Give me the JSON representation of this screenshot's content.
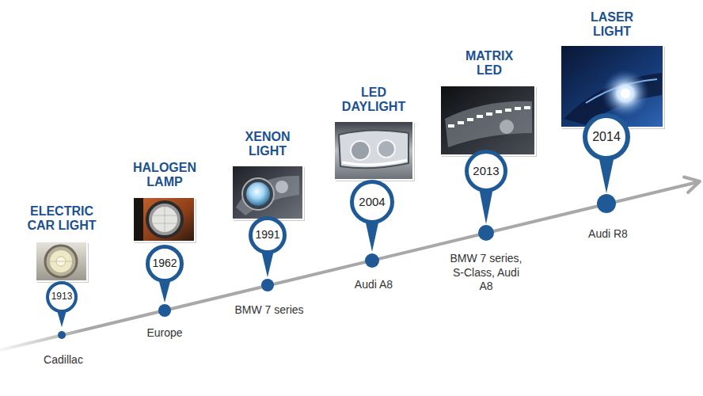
{
  "diagram": {
    "nodes": [
      {
        "text": [
          "1913"
        ]
      },
      {
        "text": [
          "1962"
        ]
      },
      {
        "text": [
          "1991"
        ]
      },
      {
        "text": [
          "2004"
        ]
      },
      {
        "text": [
          "2013"
        ]
      },
      {
        "text": [
          "2014"
        ]
      }
    ],
    "labels": [
      "ELECTRIC CAR LIGHT",
      "Cadillac",
      "HALOGEN LAMP",
      "Europe",
      "XENON LIGHT",
      "BMW 7 series",
      "LED DAYLIGHT",
      "Audi A8",
      "MATRIX LED",
      "BMW 7 series, S-Class, Audi A8",
      "LASER LIGHT",
      "Audi R8"
    ]
  }
}
